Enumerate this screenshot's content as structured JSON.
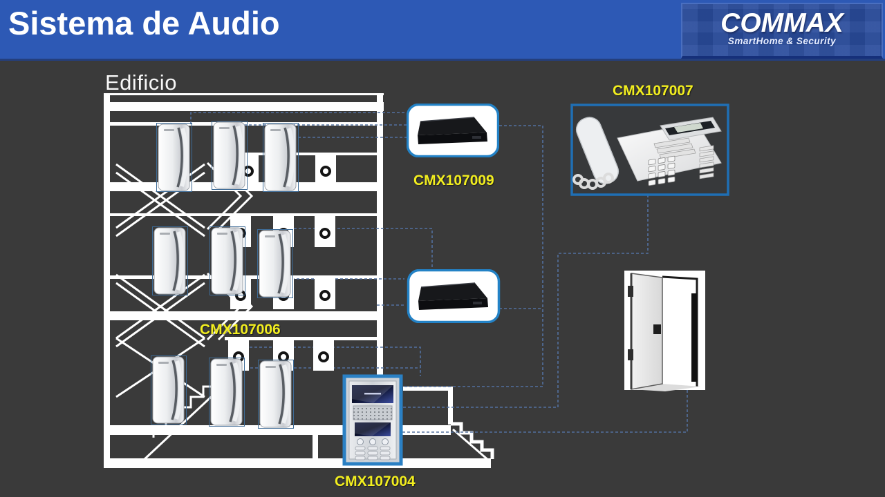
{
  "header": {
    "title": "Sistema de Audio",
    "logo": {
      "brand": "COMMAX",
      "tagline": "SmartHome & Security"
    }
  },
  "diagram": {
    "building_label": "Edificio",
    "labels": {
      "distributor": "CMX107009",
      "wall_phone": "CMX107006",
      "guard_phone": "CMX107007",
      "door_station": "CMX107004"
    },
    "devices": [
      {
        "name": "audio-wall-phone",
        "label": "CMX107006",
        "count": 9
      },
      {
        "name": "audio-distributor",
        "label": "CMX107009",
        "count": 2
      },
      {
        "name": "guard-desk-phone",
        "label": "CMX107007",
        "count": 1
      },
      {
        "name": "lobby-door-station",
        "label": "CMX107004",
        "count": 1
      },
      {
        "name": "entrance-door",
        "count": 1
      }
    ]
  },
  "colors": {
    "header_blue": "#2d59b5",
    "logo_blue": "#2a4c9c",
    "background": "#3a3a3a",
    "label_yellow": "#f2ee1f",
    "box_border_blue": "#2382c6",
    "door_station_border": "#2a80c4",
    "dashed_line": "#52709f",
    "building_line": "#ffffff"
  }
}
